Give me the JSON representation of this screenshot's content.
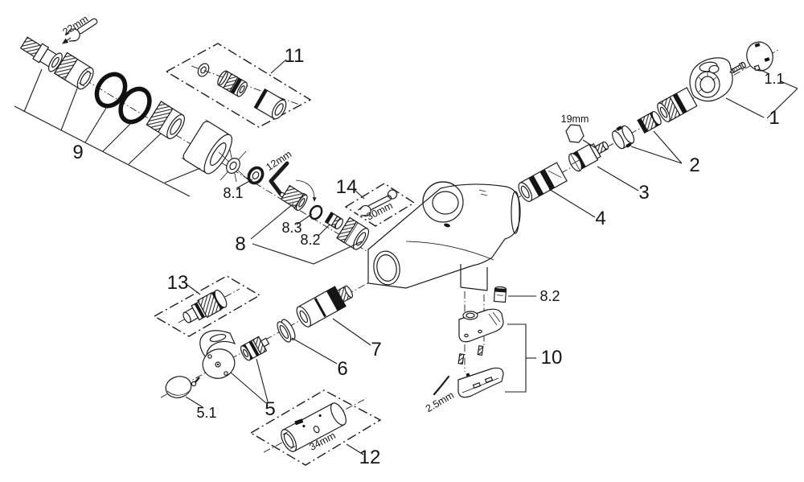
{
  "diagram": {
    "kind": "exploded-parts-diagram",
    "colors": {
      "line": "#1c1c1c",
      "background": "#ffffff"
    }
  },
  "labels": {
    "n1": "1",
    "n1_1": "1.1",
    "n2": "2",
    "n3": "3",
    "n4": "4",
    "n5": "5",
    "n5_1": "5.1",
    "n6": "6",
    "n7": "7",
    "n8": "8",
    "n8_1": "8.1",
    "n8_2": "8.2",
    "n8_3": "8.3",
    "n9": "9",
    "n10": "10",
    "n11": "11",
    "n12": "12",
    "n13": "13",
    "n14": "14"
  },
  "tools": {
    "wrench_22": "22mm",
    "hex_19": "19mm",
    "allen_12": "12mm",
    "wrench_30": "30mm",
    "socket_34": "34mm",
    "allen_2_5": "2.5mm"
  }
}
